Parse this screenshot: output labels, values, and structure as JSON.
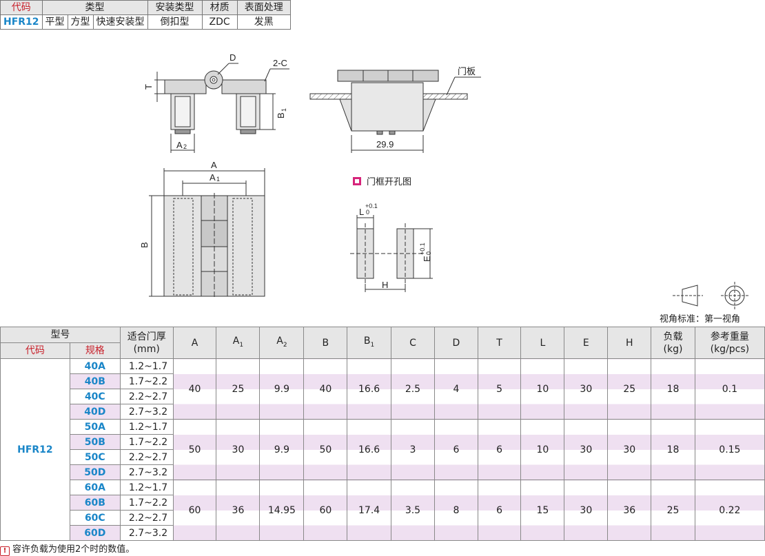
{
  "top_table": {
    "headers": [
      "代码",
      "类型",
      "安装类型",
      "材质",
      "表面处理"
    ],
    "row": {
      "code": "HFR12",
      "types": [
        "平型",
        "方型",
        "快速安装型"
      ],
      "install": "倒扣型",
      "material": "ZDC",
      "surface": "发黑"
    }
  },
  "drawing": {
    "labels": {
      "D": "D",
      "C2": "2-C",
      "T": "T",
      "B1": "B",
      "B1_sub": "1",
      "A2": "A",
      "A2_sub": "2",
      "door_plate": "门板",
      "dim_299": "29.9",
      "A": "A",
      "A1": "A",
      "A1_sub": "1",
      "B": "B",
      "L": "L",
      "L_tol_up": "+0.1",
      "L_tol_lo": "0",
      "E": "E",
      "E_tol_up": "+0.1",
      "E_tol_lo": "0",
      "H": "H"
    },
    "legend": "门框开孔图",
    "view_standard": "视角标准：第一视角"
  },
  "spec_table": {
    "header_model": "型号",
    "header_code": "代码",
    "header_spec": "规格",
    "header_thick": "适合门厚",
    "header_thick_unit": "(mm)",
    "dim_headers": [
      "A",
      "A",
      "A",
      "B",
      "B",
      "C",
      "D",
      "T",
      "L",
      "E",
      "H"
    ],
    "dim_subs": [
      "",
      "1",
      "2",
      "",
      "1",
      "",
      "",
      "",
      "",
      "",
      ""
    ],
    "header_load": "负载",
    "header_load_unit": "(kg)",
    "header_weight": "参考重量",
    "header_weight_unit": "(kg/pcs)",
    "code": "HFR12",
    "groups": [
      {
        "rows": [
          [
            "40A",
            "1.2~1.7"
          ],
          [
            "40B",
            "1.7~2.2"
          ],
          [
            "40C",
            "2.2~2.7"
          ],
          [
            "40D",
            "2.7~3.2"
          ]
        ],
        "values": [
          "40",
          "25",
          "9.9",
          "40",
          "16.6",
          "2.5",
          "4",
          "5",
          "10",
          "30",
          "25",
          "18",
          "0.1"
        ]
      },
      {
        "rows": [
          [
            "50A",
            "1.2~1.7"
          ],
          [
            "50B",
            "1.7~2.2"
          ],
          [
            "50C",
            "2.2~2.7"
          ],
          [
            "50D",
            "2.7~3.2"
          ]
        ],
        "values": [
          "50",
          "30",
          "9.9",
          "50",
          "16.6",
          "3",
          "6",
          "6",
          "10",
          "30",
          "30",
          "18",
          "0.15"
        ]
      },
      {
        "rows": [
          [
            "60A",
            "1.2~1.7"
          ],
          [
            "60B",
            "1.7~2.2"
          ],
          [
            "60C",
            "2.2~2.7"
          ],
          [
            "60D",
            "2.7~3.2"
          ]
        ],
        "values": [
          "60",
          "36",
          "14.95",
          "60",
          "17.4",
          "3.5",
          "8",
          "6",
          "15",
          "30",
          "36",
          "25",
          "0.22"
        ]
      }
    ]
  },
  "note": "容许负载为使用2个时的数值。",
  "colors": {
    "code_blue": "#1a86c8",
    "header_red": "#c8202a",
    "pink_row": "#efe0f1",
    "header_grey": "#e6e6e6",
    "legend_magenta": "#d6247a"
  }
}
